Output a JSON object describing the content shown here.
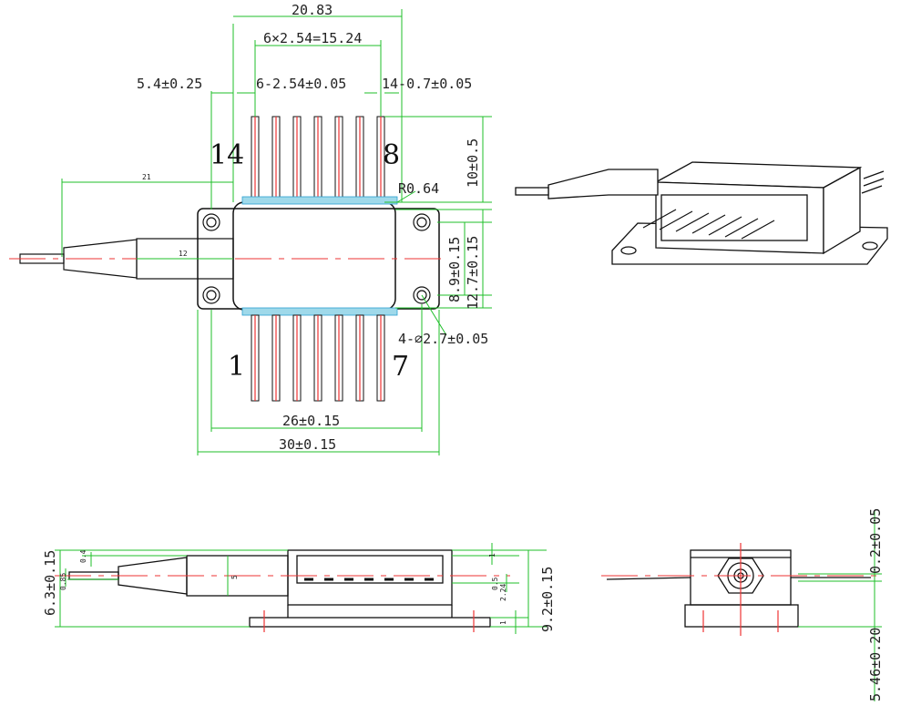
{
  "top_view": {
    "dims": {
      "overall_pin_span": "20.83",
      "pitch_total": "6×2.54=15.24",
      "pin_pitch": "6-2.54±0.05",
      "flange_offset": "5.4±0.25",
      "pin_width": "14-0.7±0.05",
      "pin_length": "10±0.5",
      "corner_radius": "R0.64",
      "fiber_length": "21",
      "ferrule_length": "12",
      "hole_spacing": "8.9±0.15",
      "body_width": "12.7±0.15",
      "holes": "4-⌀2.7±0.05",
      "hole_pitch": "26±0.15",
      "flange_length": "30±0.15"
    },
    "pins": {
      "p14": "14",
      "p8": "8",
      "p1": "1",
      "p7": "7"
    }
  },
  "side_view": {
    "dims": {
      "total_height": "6.3±0.15",
      "fiber_height": "9.2±0.15",
      "small_a": "0.85",
      "small_b": "0.4",
      "small_c": "5",
      "small_d": "1",
      "small_e": "0.5",
      "small_f": "2.24",
      "small_g": "1"
    }
  },
  "end_view": {
    "dims": {
      "pin_thickness": "0.2±0.05",
      "pin_height": "5.46±0.20"
    }
  },
  "colors": {
    "outline": "#111111",
    "dimension": "#1fbf2a",
    "centerline": "#e33333",
    "pins": "#2a9fd0"
  }
}
